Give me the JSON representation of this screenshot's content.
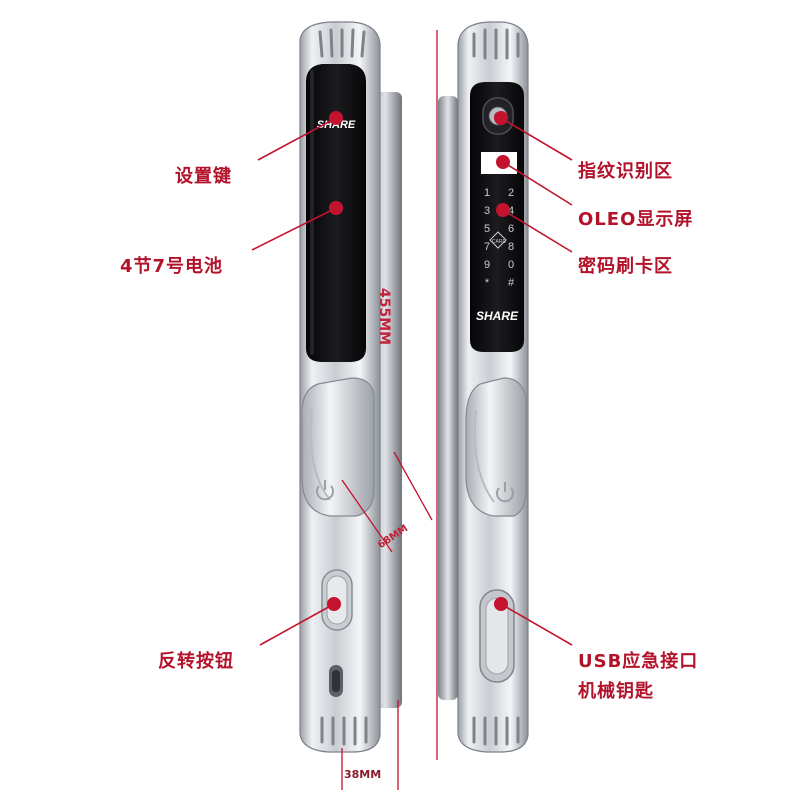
{
  "brand": "SHARE",
  "labels": {
    "settings_key": "设置键",
    "battery": "4节7号电池",
    "reverse_button": "反转按钮",
    "fingerprint": "指纹识别区",
    "oled": "OLEO显示屏",
    "keypad": "密码刷卡区",
    "usb_line1": "USB应急接口",
    "usb_line2": "机械钥匙"
  },
  "dimensions": {
    "height": "455MM",
    "depth": "68MM",
    "width": "38MM"
  },
  "keypad": {
    "keys": [
      "1",
      "2",
      "3",
      "4",
      "5",
      "6",
      "7",
      "8",
      "9",
      "0",
      "*",
      "#"
    ],
    "card_text": "CARD"
  },
  "colors": {
    "accent": "#c3132f",
    "label": "#b3122b",
    "metal_light": "#e6e8ec",
    "metal_dark": "#8a8f96",
    "panel": "#111114"
  }
}
